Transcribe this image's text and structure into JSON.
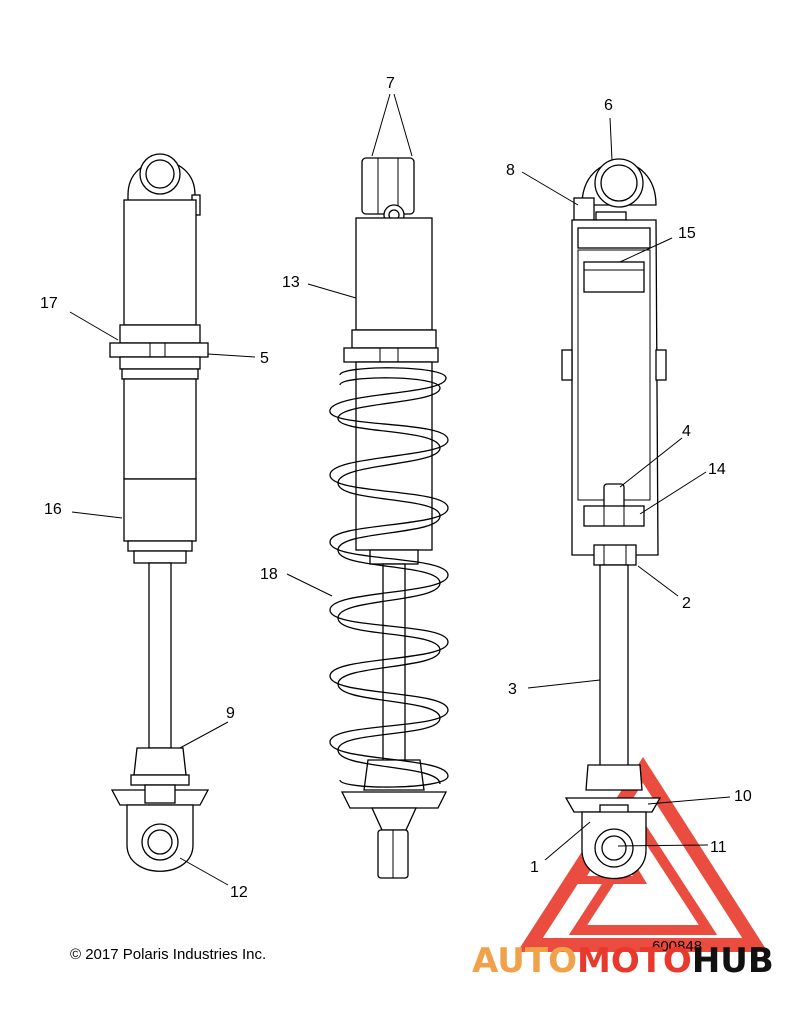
{
  "callouts": {
    "c1": "1",
    "c2": "2",
    "c3": "3",
    "c4": "4",
    "c5": "5",
    "c6": "6",
    "c7": "7",
    "c8": "8",
    "c9": "9",
    "c10": "10",
    "c11": "11",
    "c12": "12",
    "c13": "13",
    "c14": "14",
    "c15": "15",
    "c16": "16",
    "c17": "17",
    "c18": "18"
  },
  "copyright": "© 2017 Polaris Industries Inc.",
  "figure_number": "600848",
  "watermark": {
    "text_part1": "AUTO",
    "text_part2": "MOTO",
    "text_part3": "HUB",
    "color_primary": "#f0a24a",
    "color_secondary": "#e8392c",
    "color_dark": "#111111"
  }
}
